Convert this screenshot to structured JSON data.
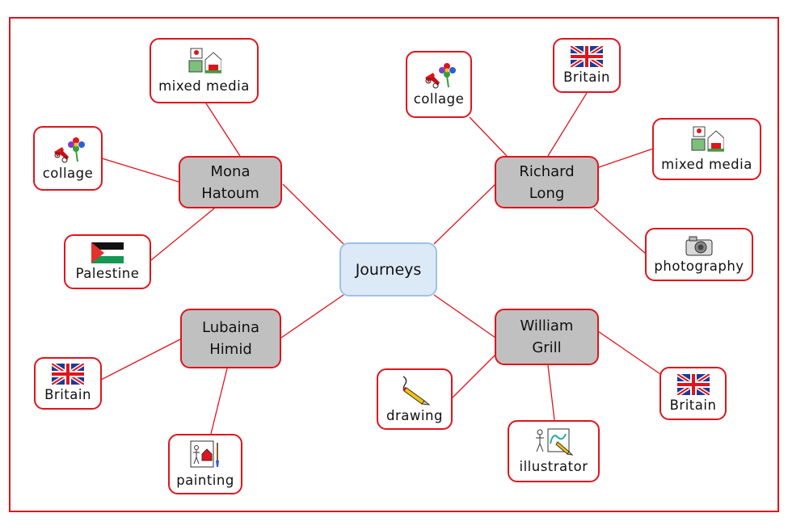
{
  "center": {
    "label": "Journeys"
  },
  "colors": {
    "link": "#e0141c",
    "center_fill": "#dce9f6",
    "artist_fill": "#c0c0c0"
  },
  "artists": [
    {
      "id": "mona",
      "line1": "Mona",
      "line2": "Hatoum",
      "attributes": [
        {
          "label": "mixed  media",
          "icon": "mixed-media-icon"
        },
        {
          "label": "collage",
          "icon": "collage-icon"
        },
        {
          "label": "Palestine",
          "icon": "palestine-flag-icon"
        }
      ]
    },
    {
      "id": "richard",
      "line1": "Richard",
      "line2": "Long",
      "attributes": [
        {
          "label": "collage",
          "icon": "collage-icon"
        },
        {
          "label": "Britain",
          "icon": "uk-flag-icon"
        },
        {
          "label": "mixed  media",
          "icon": "mixed-media-icon"
        },
        {
          "label": "photography",
          "icon": "camera-icon"
        }
      ]
    },
    {
      "id": "lubaina",
      "line1": "Lubaina",
      "line2": "Himid",
      "attributes": [
        {
          "label": "Britain",
          "icon": "uk-flag-icon"
        },
        {
          "label": "painting",
          "icon": "painting-icon"
        }
      ]
    },
    {
      "id": "william",
      "line1": "William",
      "line2": "Grill",
      "attributes": [
        {
          "label": "drawing",
          "icon": "pencil-icon"
        },
        {
          "label": "illustrator",
          "icon": "illustrator-icon"
        },
        {
          "label": "Britain",
          "icon": "uk-flag-icon"
        }
      ]
    }
  ]
}
